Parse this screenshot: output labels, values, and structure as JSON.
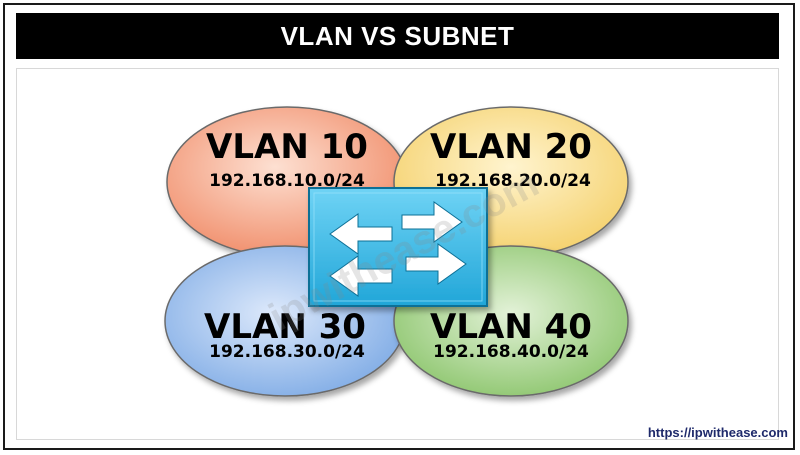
{
  "header": {
    "title": "VLAN VS SUBNET"
  },
  "vlans": [
    {
      "name": "VLAN 10",
      "subnet": "192.168.10.0/24",
      "color": "#f7a586"
    },
    {
      "name": "VLAN 20",
      "subnet": "192.168.20.0/24",
      "color": "#f9df89"
    },
    {
      "name": "VLAN 30",
      "subnet": "192.168.30.0/24",
      "color": "#9ec2ee"
    },
    {
      "name": "VLAN 40",
      "subnet": "192.168.40.0/24",
      "color": "#a8d58d"
    }
  ],
  "switch": {
    "icon": "switch-icon",
    "color": "#2fb3e3"
  },
  "watermark": "ipwithease.com",
  "footer": {
    "url": "https://ipwithease.com"
  }
}
